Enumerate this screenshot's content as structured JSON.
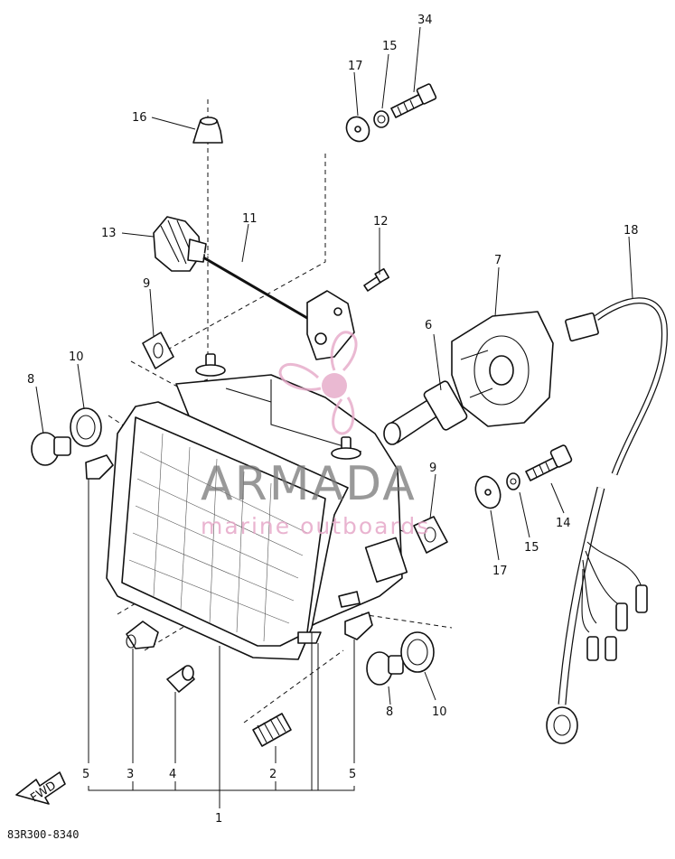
{
  "diagram": {
    "drawing_code": "83R300-8340",
    "fwd_label": "FWD",
    "callouts": [
      "34",
      "15",
      "17",
      "16",
      "13",
      "11",
      "12",
      "18",
      "7",
      "9",
      "6",
      "10",
      "8",
      "9",
      "14",
      "15",
      "17",
      "5",
      "3",
      "4",
      "2",
      "5",
      "8",
      "10",
      "1"
    ]
  },
  "watermark": {
    "brand": "ARMADA",
    "tagline": "marine outboards",
    "colors": {
      "logo": "#e6a8c8",
      "text": "#777777"
    }
  }
}
